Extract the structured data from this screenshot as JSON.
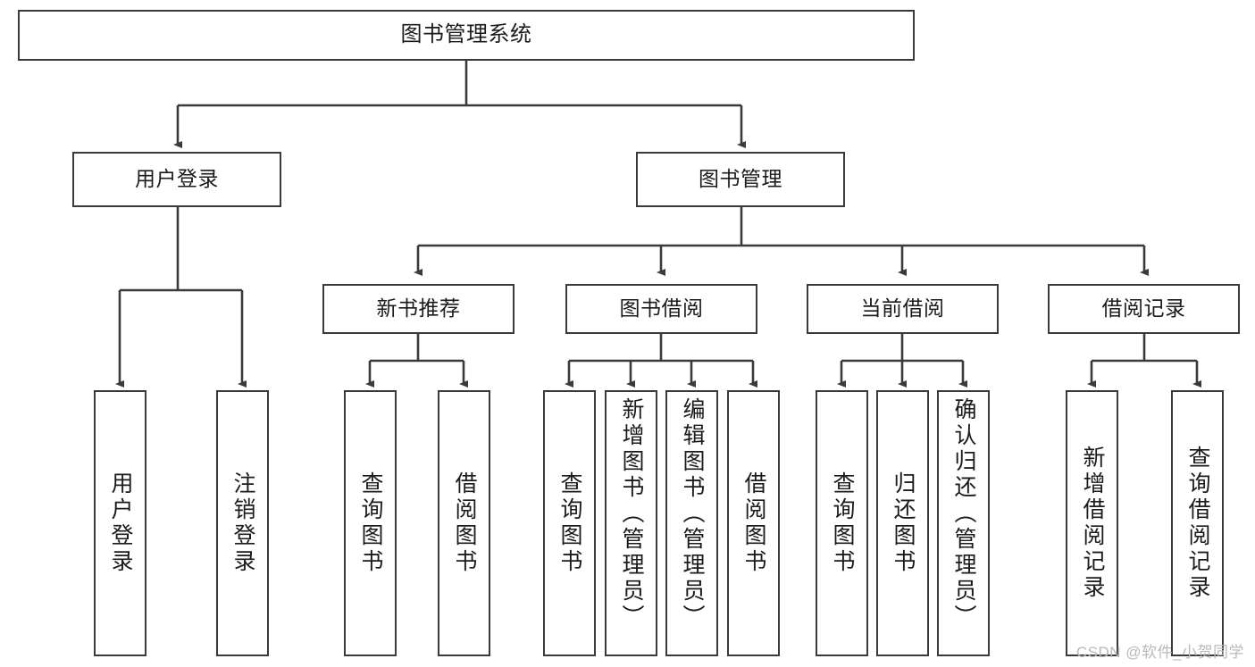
{
  "diagram": {
    "title": "图书管理系统",
    "watermark": "CSDN @软件_小贺同学",
    "line_color": "#3a3a3a",
    "box_border_color": "#3a3a3a",
    "box_fill_color": "#ffffff",
    "text_color": "#1b1b1b",
    "background_color": "#ffffff"
  },
  "nodes": {
    "root": {
      "label": "图书管理系统"
    },
    "level2": [
      {
        "id": "user-login",
        "label": "用户登录"
      },
      {
        "id": "book-management",
        "label": "图书管理"
      }
    ],
    "level3": [
      {
        "id": "new-book-recommend",
        "label": "新书推荐"
      },
      {
        "id": "book-borrow",
        "label": "图书借阅"
      },
      {
        "id": "current-borrow",
        "label": "当前借阅"
      },
      {
        "id": "borrow-record",
        "label": "借阅记录"
      }
    ],
    "leaves": [
      {
        "id": "leaf-user-login",
        "label": "用户登录",
        "parent": "user-login"
      },
      {
        "id": "leaf-logout-login",
        "label": "注销登录",
        "parent": "user-login"
      },
      {
        "id": "leaf-query-book-1",
        "label": "查询图书",
        "parent": "new-book-recommend"
      },
      {
        "id": "leaf-borrow-book-1",
        "label": "借阅图书",
        "parent": "new-book-recommend"
      },
      {
        "id": "leaf-query-book-2",
        "label": "查询图书",
        "parent": "book-borrow"
      },
      {
        "id": "leaf-add-book",
        "label": "新增图书（管理员）",
        "parent": "book-borrow"
      },
      {
        "id": "leaf-edit-book",
        "label": "编辑图书（管理员）",
        "parent": "book-borrow"
      },
      {
        "id": "leaf-borrow-book-2",
        "label": "借阅图书",
        "parent": "book-borrow"
      },
      {
        "id": "leaf-query-book-3",
        "label": "查询图书",
        "parent": "current-borrow"
      },
      {
        "id": "leaf-return-book",
        "label": "归还图书",
        "parent": "current-borrow"
      },
      {
        "id": "leaf-confirm-return",
        "label": "确认归还（管理员）",
        "parent": "current-borrow"
      },
      {
        "id": "leaf-add-record",
        "label": "新增借阅记录",
        "parent": "borrow-record"
      },
      {
        "id": "leaf-query-record",
        "label": "查询借阅记录",
        "parent": "borrow-record"
      }
    ]
  }
}
